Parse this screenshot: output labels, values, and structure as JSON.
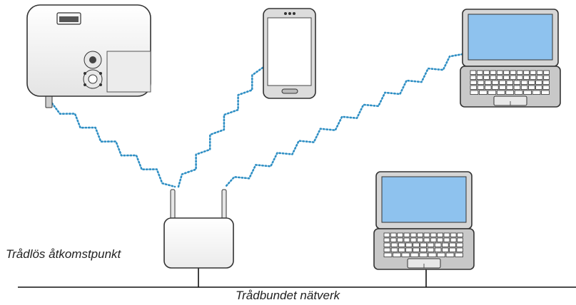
{
  "labels": {
    "access_point": "Trådlös åtkomstpunkt",
    "wired_network": "Trådbundet nätverk"
  },
  "colors": {
    "wireless_link": "#2f8fc4",
    "device_outline": "#333333",
    "device_fill": "#f2f2f2",
    "screen": "#8ec2ee",
    "laptop_base": "#c8c8c8",
    "cable": "#111111"
  },
  "devices": [
    {
      "name": "projector",
      "icon": "projector-icon"
    },
    {
      "name": "smartphone",
      "icon": "smartphone-icon"
    },
    {
      "name": "laptop-wireless",
      "icon": "laptop-icon"
    },
    {
      "name": "wireless-access-point",
      "icon": "router-icon"
    },
    {
      "name": "laptop-wired",
      "icon": "laptop-icon"
    }
  ]
}
